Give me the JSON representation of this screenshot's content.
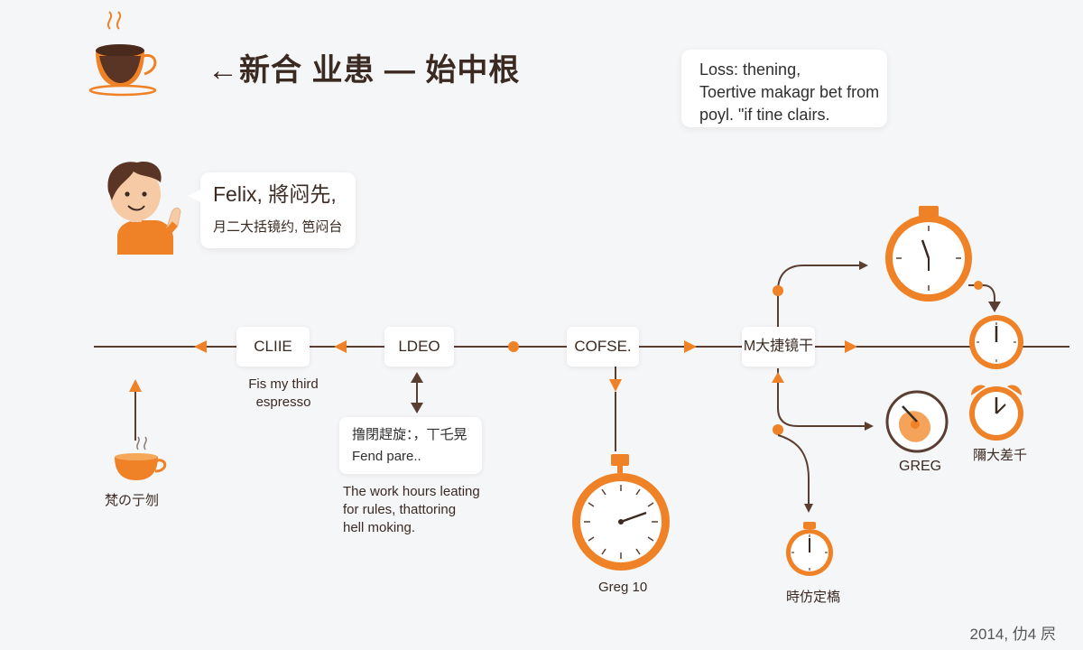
{
  "header": {
    "title": "←新合 业患 — 始中根"
  },
  "note": {
    "lines": [
      "Loss: thening,",
      "Toertive makagr bet from",
      "poyl. \"if tine clairs."
    ]
  },
  "speech": {
    "line1": "Felix, 將闷先,",
    "line2": "月二大括镜约, 笆闷台"
  },
  "nodes": {
    "clie": "CLIIE",
    "ldeo": "LDEO",
    "cofse": "COFSE.",
    "m": "M大捷镜干"
  },
  "captions": {
    "third_espresso": [
      "Fis my third",
      "espresso"
    ],
    "cup_label": "梵の亍刎",
    "card_lines": [
      "撸閉趕旋：，丅乇晃",
      "Fend pare.."
    ],
    "work_hours": [
      "The work hours leating",
      "for rules, thattoring",
      "hell moking."
    ],
    "greg10": "Greg 10",
    "small_watch": "時仿定槗",
    "greg": "GREG",
    "alarm": "隬大差千"
  },
  "footer": {
    "text": "2014, 仂4 屄"
  },
  "colors": {
    "accent": "#ef8126",
    "line": "#5a3e32",
    "text": "#3a2a22"
  }
}
